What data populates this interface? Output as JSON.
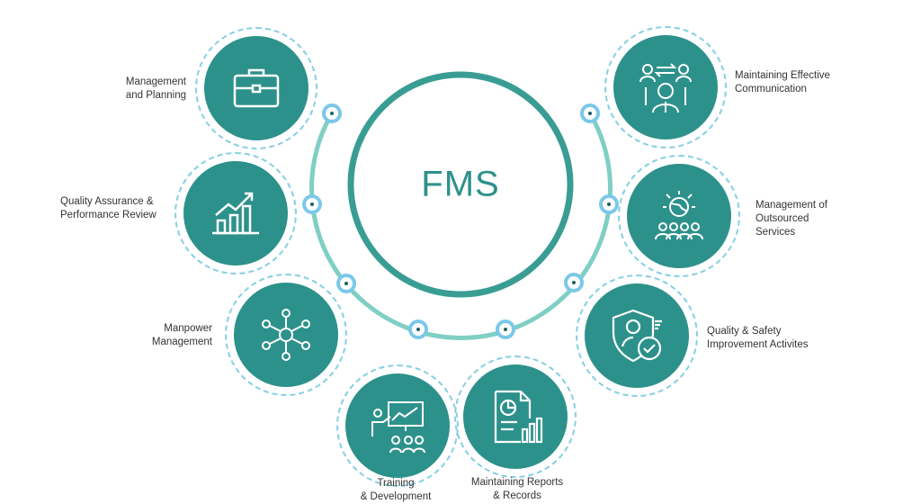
{
  "center": {
    "title": "FMS"
  },
  "colors": {
    "primary": "#2d918b",
    "arc": "#7fcfc4",
    "ring": "#86cfe2",
    "node": "#7cc8e8"
  },
  "items": [
    {
      "label1": "Management",
      "label2": "and Planning",
      "icon": "briefcase-icon"
    },
    {
      "label1": "Quality Assurance &",
      "label2": "Performance Review",
      "icon": "growth-chart-icon"
    },
    {
      "label1": "Manpower",
      "label2": "Management",
      "icon": "team-network-icon"
    },
    {
      "label1": "Training",
      "label2": "& Development",
      "icon": "presentation-icon"
    },
    {
      "label1": "Maintaining Reports",
      "label2": "& Records",
      "icon": "report-icon"
    },
    {
      "label1": "Quality & Safety",
      "label2": "Improvement Activites",
      "icon": "shield-check-icon"
    },
    {
      "label1": "Management of",
      "label2": "Outsourced",
      "label3": "Services",
      "icon": "global-team-icon"
    },
    {
      "label1": "Maintaining Effective",
      "label2": "Communication",
      "icon": "communication-icon"
    }
  ]
}
